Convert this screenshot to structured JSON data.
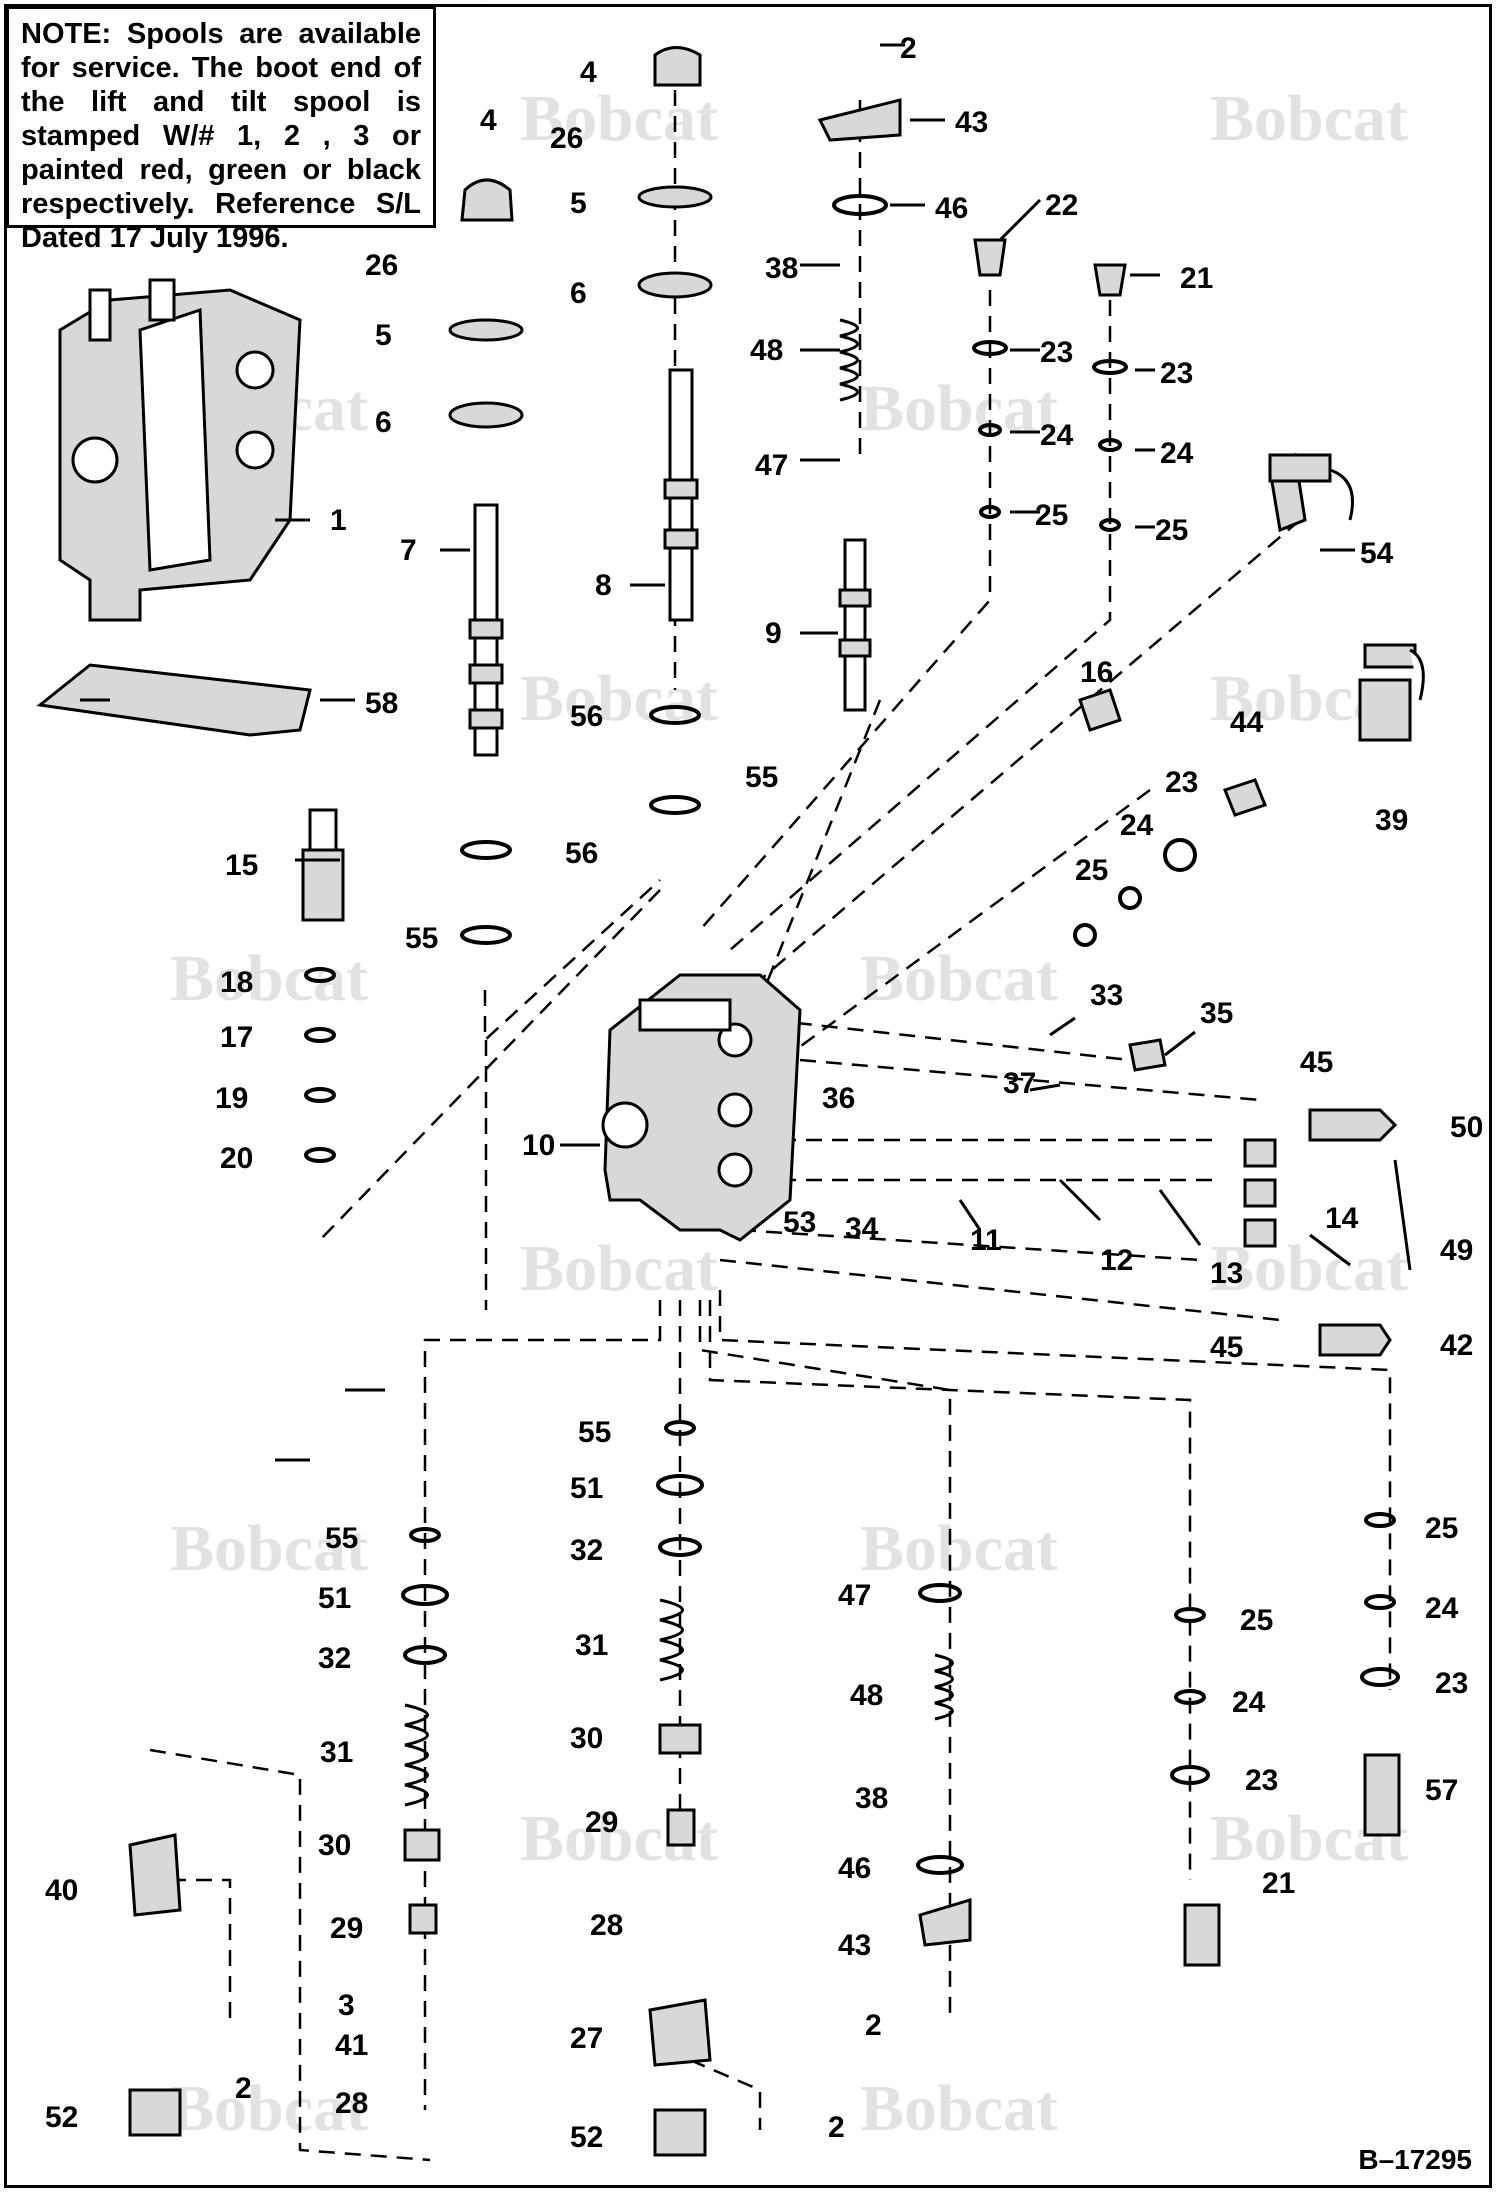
{
  "note": {
    "label": "NOTE:",
    "text": "Spools are available for service. The boot end of the lift and tilt spool is stamped W/# 1, 2 , 3 or painted red, green or black respectively. Reference S/L Dated 17 July 1996."
  },
  "watermark": "Bobcat",
  "document_code": "B–17295",
  "callouts": [
    "1",
    "2",
    "3",
    "4",
    "5",
    "6",
    "7",
    "8",
    "9",
    "10",
    "11",
    "12",
    "13",
    "14",
    "15",
    "16",
    "17",
    "18",
    "19",
    "20",
    "21",
    "22",
    "23",
    "24",
    "25",
    "26",
    "27",
    "28",
    "29",
    "30",
    "31",
    "32",
    "33",
    "34",
    "35",
    "36",
    "37",
    "38",
    "39",
    "40",
    "41",
    "42",
    "43",
    "44",
    "45",
    "46",
    "47",
    "48",
    "49",
    "50",
    "51",
    "52",
    "53",
    "54",
    "55",
    "56",
    "57",
    "58"
  ],
  "colors": {
    "ink": "#000000",
    "watermark": "#e2e2e2",
    "paper": "#ffffff"
  }
}
